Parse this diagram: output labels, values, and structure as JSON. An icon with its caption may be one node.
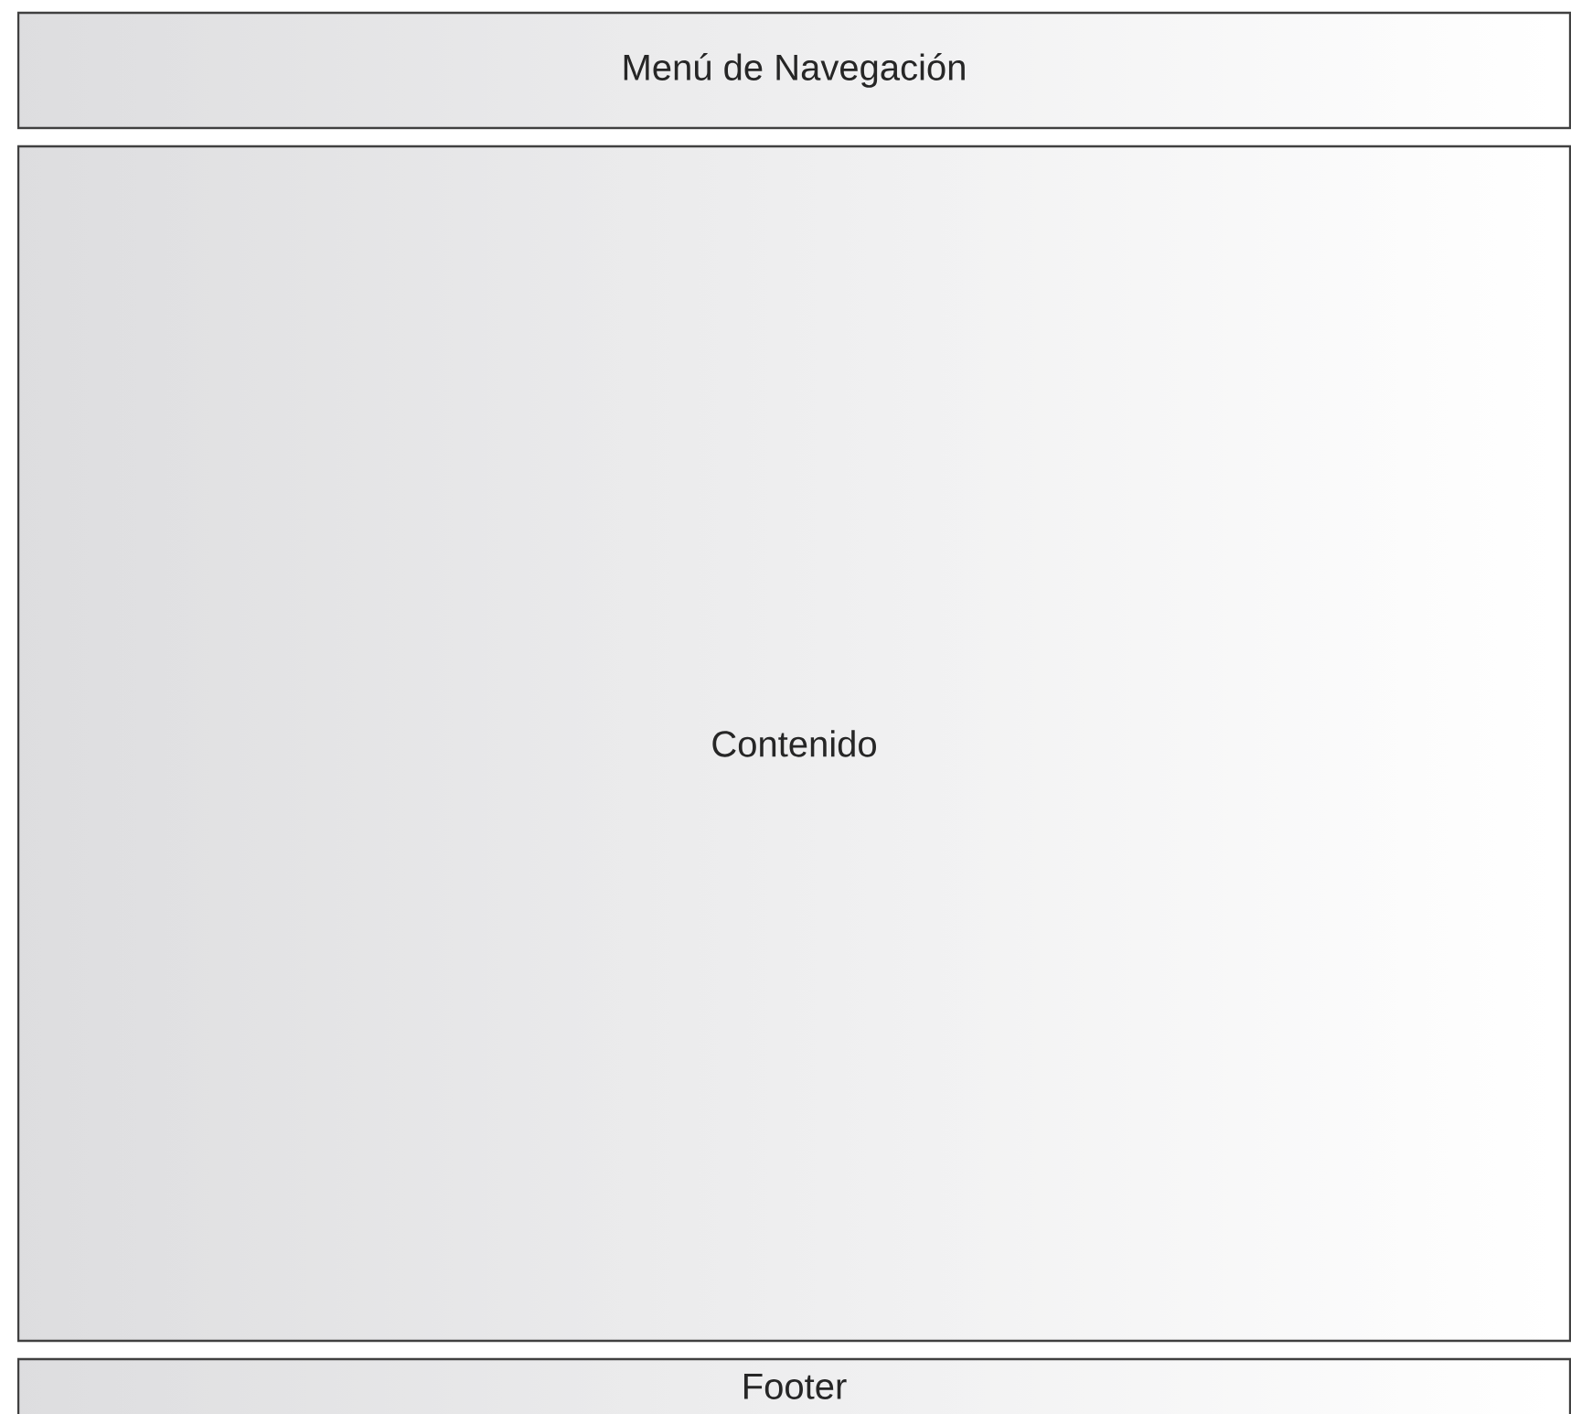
{
  "diagram": {
    "nodes": [
      {
        "text": [
          "Menú de Navegación"
        ]
      },
      {
        "text": [
          "Contenido"
        ]
      },
      {
        "text": [
          "Footer"
        ]
      }
    ]
  }
}
